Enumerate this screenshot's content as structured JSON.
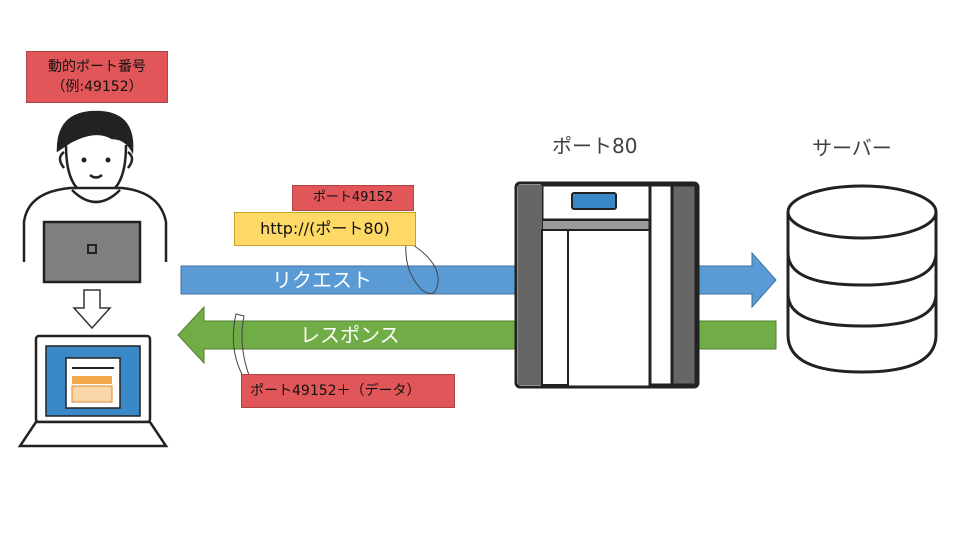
{
  "client": {
    "port_label_line1": "動的ポート番号",
    "port_label_line2": "（例:49152）"
  },
  "gate": {
    "label": "ポート80"
  },
  "server": {
    "label": "サーバー"
  },
  "request": {
    "label": "リクエスト",
    "source_port_tag": "ポート49152",
    "url_tag": "http://(ポート80)"
  },
  "response": {
    "label": "レスポンス",
    "dest_port_tag": "ポート49152＋（データ）"
  },
  "colors": {
    "request_arrow": "#5b9bd5",
    "response_arrow": "#70ad47",
    "tag_red": "#e15759",
    "tag_yellow": "#ffd966"
  }
}
